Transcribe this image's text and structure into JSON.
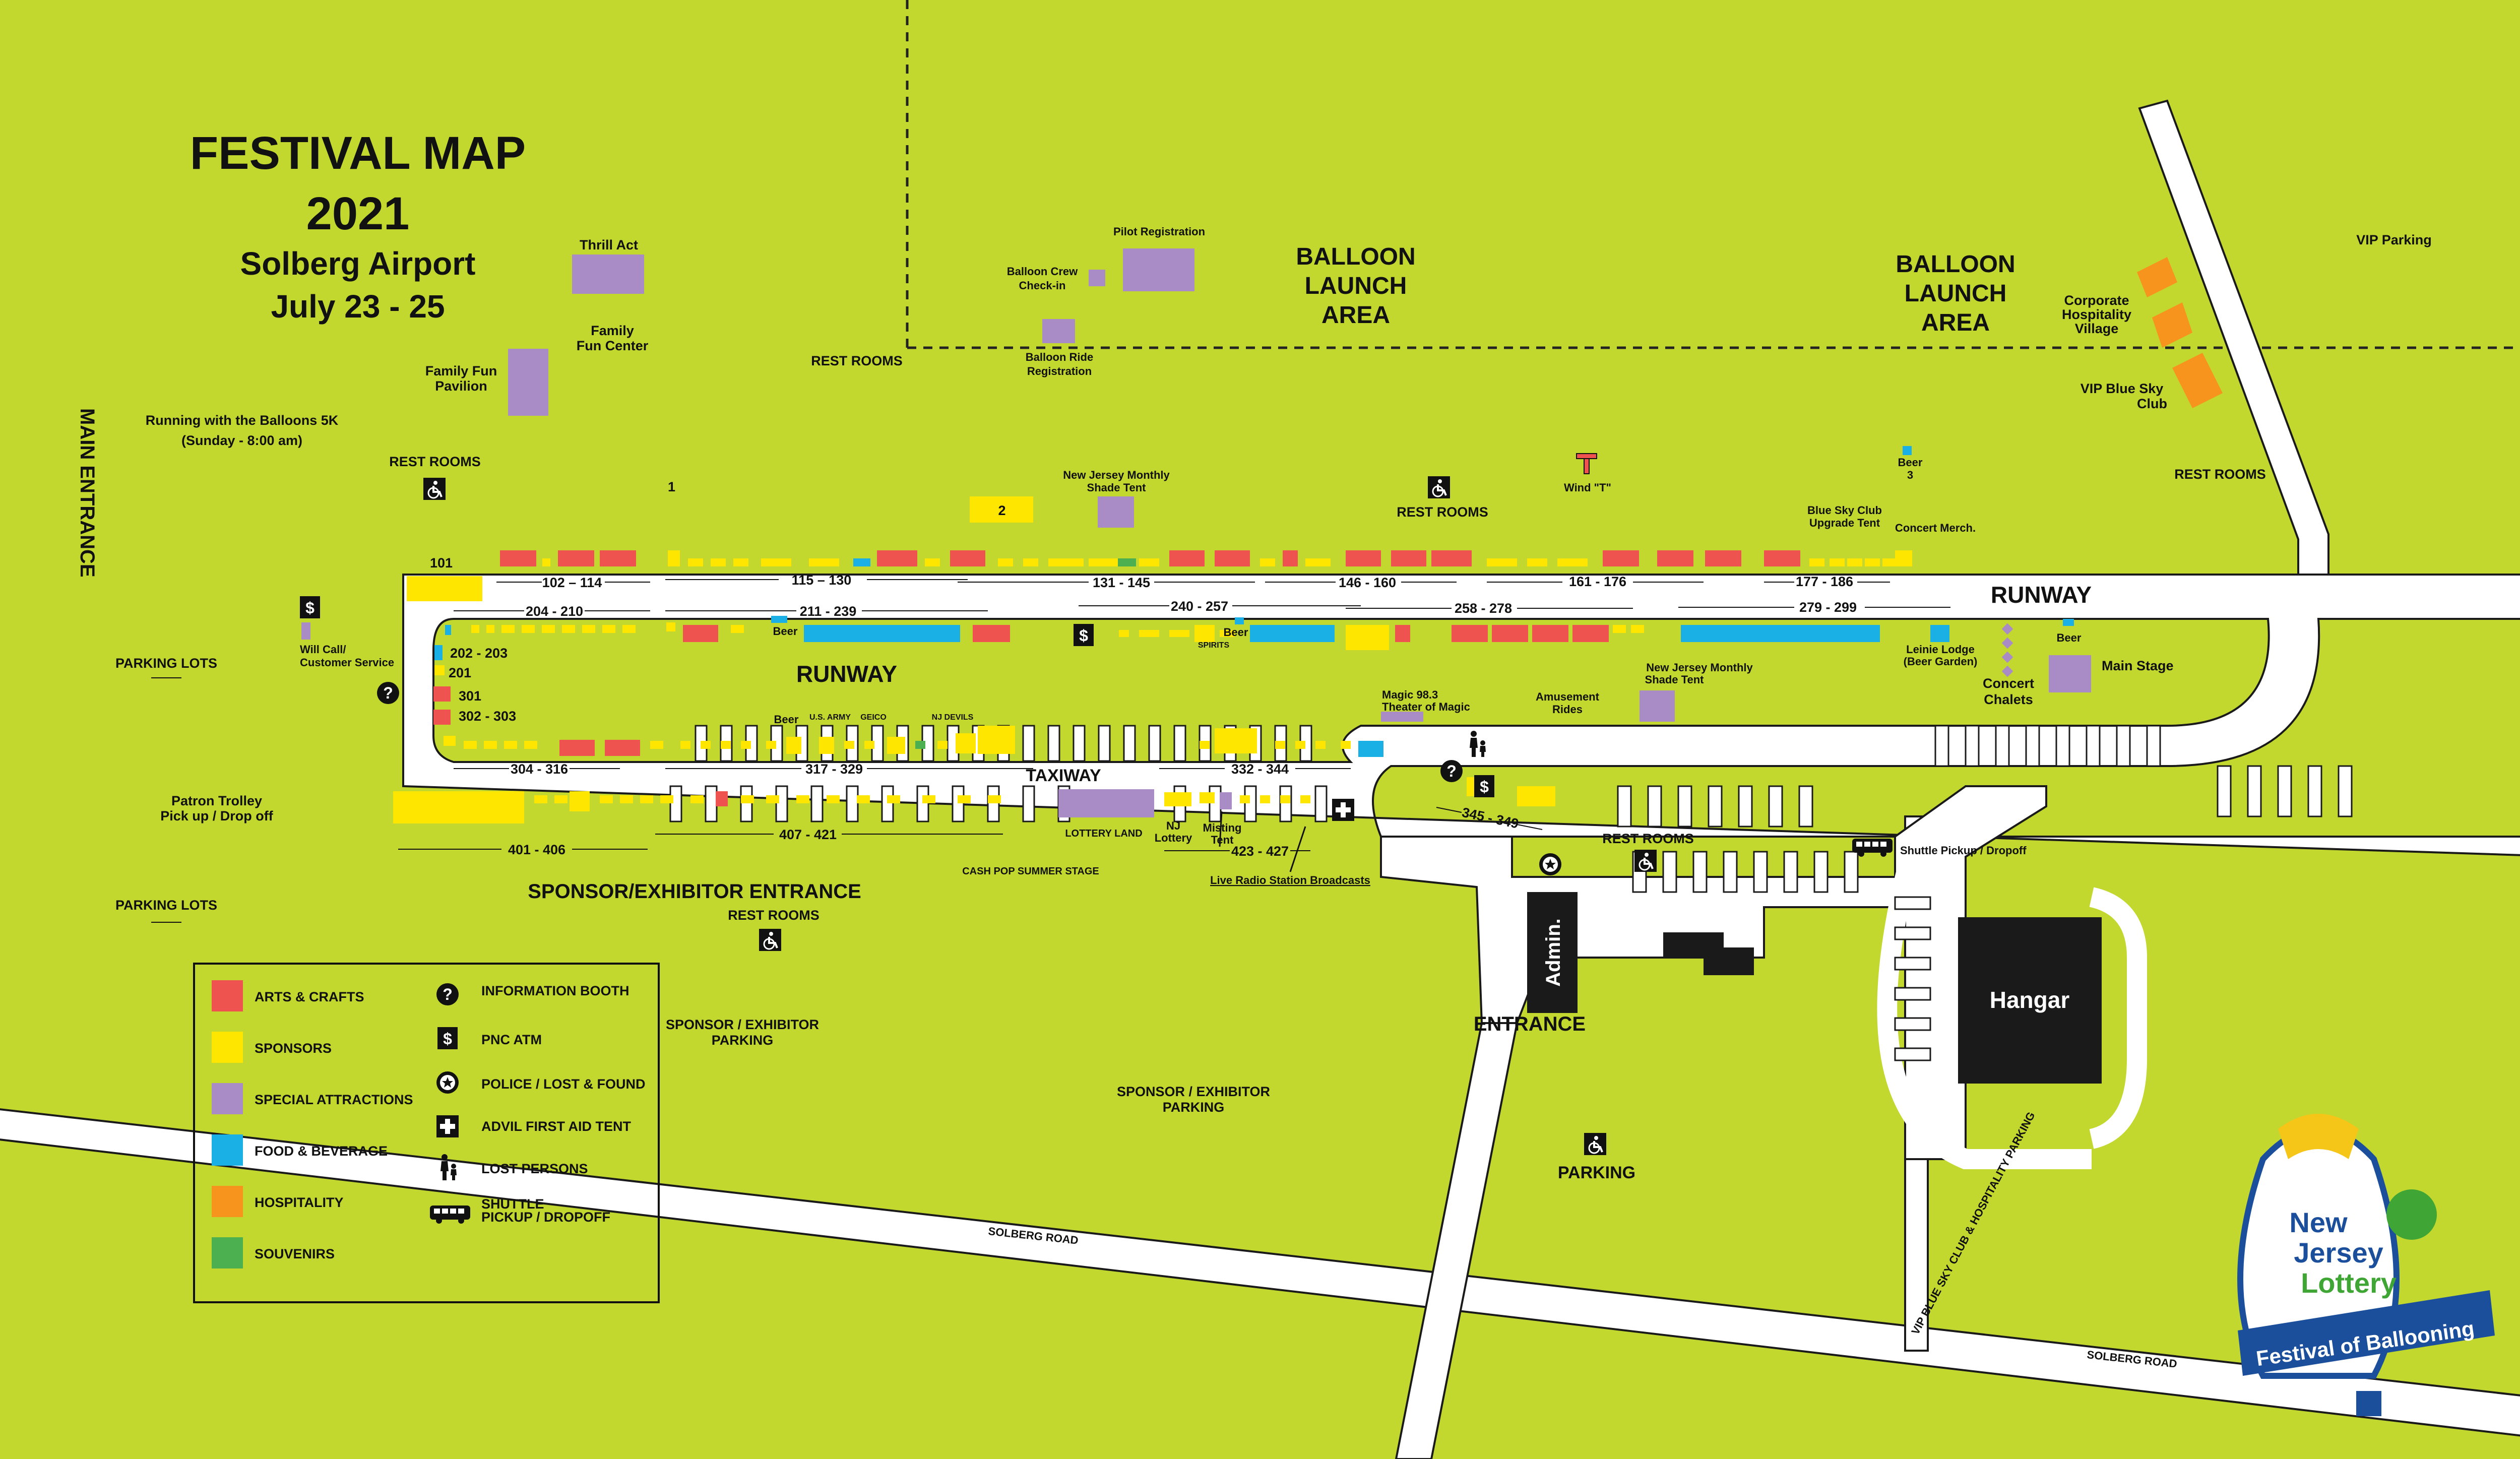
{
  "title": {
    "line1": "FESTIVAL MAP",
    "line2": "2021",
    "line3": "Solberg Airport",
    "line4": "July 23 - 25"
  },
  "colors": {
    "ground": "#c2d82e",
    "arts": "#ef5350",
    "sponsors": "#ffe600",
    "special": "#a98bc6",
    "food": "#1ab0e6",
    "hospitality": "#f7941d",
    "souvenirs": "#4caf50",
    "road": "#ffffff",
    "building": "#1a1a1a"
  },
  "labels": {
    "balloon_launch_left": [
      "BALLOON",
      "LAUNCH",
      "AREA"
    ],
    "balloon_launch_right": [
      "BALLOON",
      "LAUNCH",
      "AREA"
    ],
    "vip_parking": "VIP Parking",
    "corporate": [
      "Corporate",
      "Hospitality",
      "Village"
    ],
    "vip_blue_sky_club": [
      "VIP Blue Sky",
      "Club"
    ],
    "thrill_act": "Thrill Act",
    "family_fun_center": [
      "Family",
      "Fun Center"
    ],
    "family_fun_pavilion": [
      "Family Fun",
      "Pavilion"
    ],
    "running_5k": [
      "Running with the Balloons 5K",
      "(Sunday - 8:00 am)"
    ],
    "rest_rooms": "REST ROOMS",
    "balloon_crew": [
      "Balloon Crew",
      "Check-in"
    ],
    "pilot_registration": "Pilot Registration",
    "balloon_ride": [
      "Balloon Ride",
      "Registration"
    ],
    "nj_monthly_top": [
      "New Jersey Monthly",
      "Shade Tent"
    ],
    "wind_t": "Wind \"T\"",
    "beer_3": [
      "Beer",
      "3"
    ],
    "blue_sky_upgrade": [
      "Blue Sky Club",
      "Upgrade Tent"
    ],
    "concert_merch": "Concert Merch.",
    "runway": "RUNWAY",
    "main_entrance": "MAIN ENTRANCE",
    "parking_lots": "PARKING LOTS",
    "will_call": [
      "Will Call/",
      "Customer Service"
    ],
    "patron_trolley": [
      "Patron Trolley",
      "Pick up / Drop off"
    ],
    "sponsor_exhibitor_entrance": "SPONSOR/EXHIBITOR ENTRANCE",
    "sponsor_exhibitor_parking": [
      "SPONSOR / EXHIBITOR",
      "PARKING"
    ],
    "taxiway": "TAXIWAY",
    "lottery_land": "LOTTERY LAND",
    "cash_pop": "CASH POP SUMMER STAGE",
    "nj_lottery": [
      "NJ",
      "Lottery"
    ],
    "misting_tent": [
      "Misting",
      "Tent"
    ],
    "live_radio": "Live Radio Station Broadcasts",
    "magic_98": [
      "Magic 98.3",
      "Theater of Magic"
    ],
    "amusement_rides": [
      "Amusement",
      "Rides"
    ],
    "nj_monthly_bottom": [
      "New Jersey Monthly",
      "Shade Tent"
    ],
    "leinie_lodge": [
      "Leinie Lodge",
      "(Beer Garden)"
    ],
    "concert_chalets": [
      "Concert",
      "Chalets"
    ],
    "main_stage": "Main Stage",
    "beer": "Beer",
    "spirits": "SPIRITS",
    "us_army": "U.S. ARMY",
    "geico": "GEICO",
    "nj_devils": "NJ DEVILS",
    "shuttle": "Shuttle Pickup / Dropoff",
    "admin": "Admin.",
    "entrance": "ENTRANCE",
    "hangar": "Hangar",
    "parking": "PARKING",
    "solberg_road": "SOLBERG ROAD",
    "vip_road": "VIP BLUE SKY CLUB & HOSPITALITY PARKING",
    "marker_1": "1",
    "marker_2": "2"
  },
  "booth_ranges": {
    "r101": "101",
    "r102": "102 – 114",
    "r115": "115 – 130",
    "r131": "131 - 145",
    "r146": "146 - 160",
    "r161": "161 - 176",
    "r177": "177 - 186",
    "r204": "204 - 210",
    "r211": "211 - 239",
    "r240": "240 - 257",
    "r258": "258 - 278",
    "r279": "279 - 299",
    "r202": "202 - 203",
    "r201": "201",
    "r301": "301",
    "r302": "302 - 303",
    "r304": "304 - 316",
    "r317": "317 - 329",
    "r332": "332 - 344",
    "r345": "345 - 349",
    "r401": "401 - 406",
    "r407": "407 - 421",
    "r423": "423 - 427"
  },
  "legend": {
    "categories": [
      {
        "label": "ARTS & CRAFTS",
        "color": "#ef5350"
      },
      {
        "label": "SPONSORS",
        "color": "#ffe600"
      },
      {
        "label": "SPECIAL ATTRACTIONS",
        "color": "#a98bc6"
      },
      {
        "label": "FOOD & BEVERAGE",
        "color": "#1ab0e6"
      },
      {
        "label": "HOSPITALITY",
        "color": "#f7941d"
      },
      {
        "label": "SOUVENIRS",
        "color": "#4caf50"
      }
    ],
    "symbols": [
      {
        "label": "INFORMATION BOOTH",
        "icon": "information-icon"
      },
      {
        "label": "PNC ATM",
        "icon": "atm-dollar-icon"
      },
      {
        "label": "POLICE / LOST & FOUND",
        "icon": "police-badge-icon"
      },
      {
        "label": "ADVIL FIRST AID TENT",
        "icon": "first-aid-cross-icon"
      },
      {
        "label": "LOST PERSONS",
        "icon": "lost-persons-icon"
      },
      {
        "label": "SHUTTLE",
        "label2": "PICKUP / DROPOFF",
        "icon": "shuttle-bus-icon"
      }
    ]
  },
  "logo": {
    "line1": "New",
    "line2": "Jersey",
    "line3": "Lottery",
    "banner": "Festival of Ballooning"
  }
}
